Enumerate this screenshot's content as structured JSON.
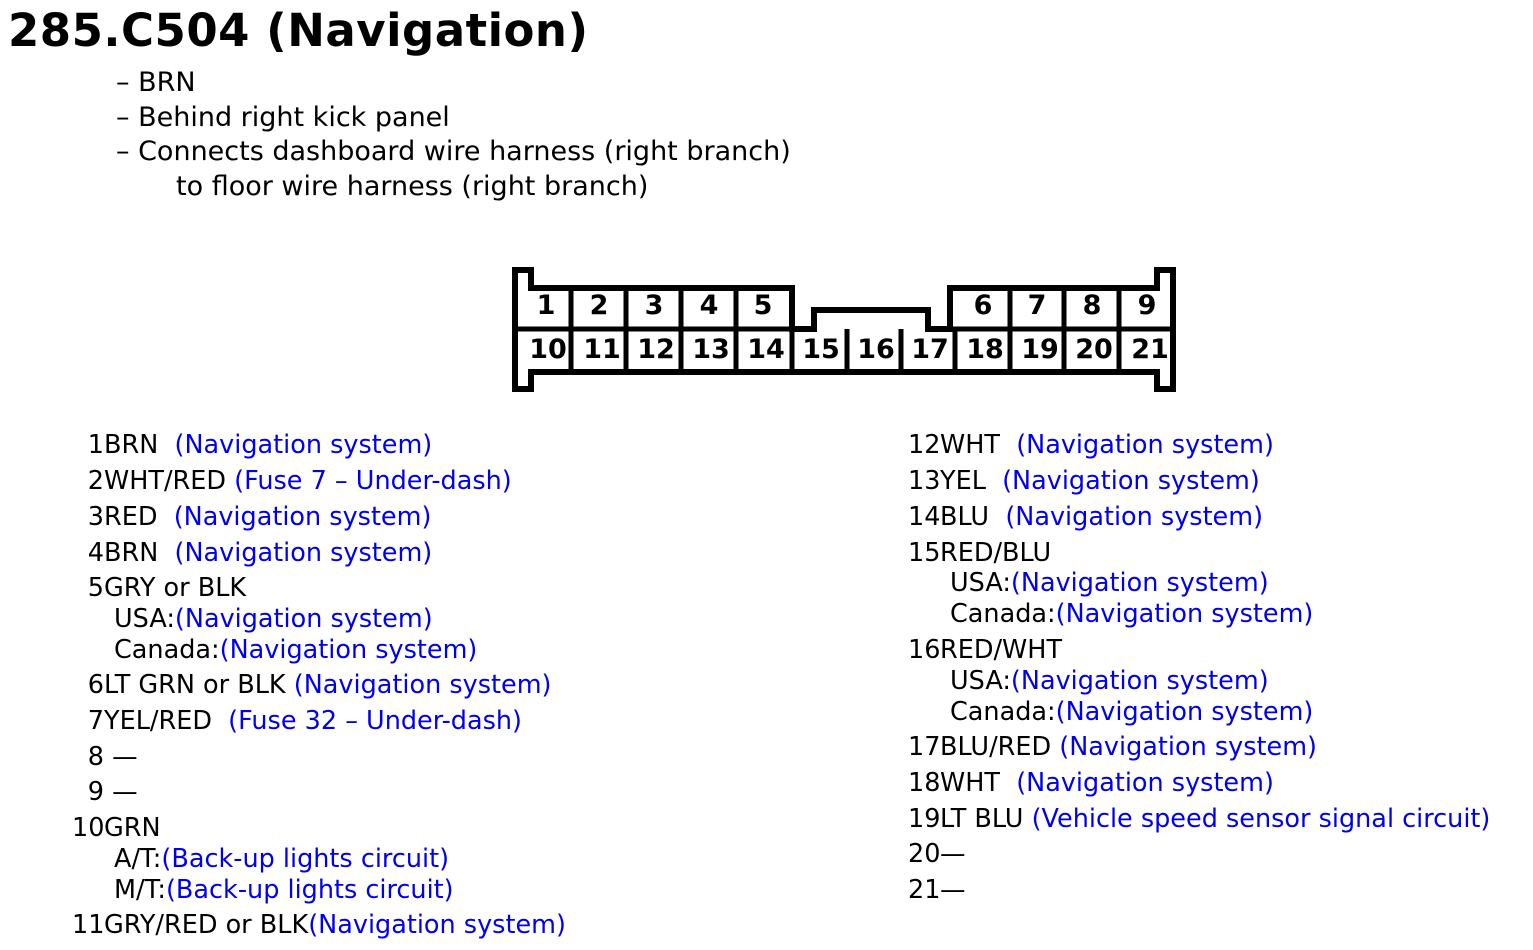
{
  "title": "285.C504 (Navigation)",
  "description": [
    "– BRN",
    "– Behind right kick panel",
    "– Connects dashboard wire harness (right branch)",
    "to floor wire harness (right branch)"
  ],
  "connector": {
    "top_row": [
      "1",
      "2",
      "3",
      "4",
      "5",
      "6",
      "7",
      "8",
      "9"
    ],
    "bottom_row": [
      "10",
      "11",
      "12",
      "13",
      "14",
      "15",
      "16",
      "17",
      "18",
      "19",
      "20",
      "21"
    ]
  },
  "pins_left": [
    {
      "n": "1",
      "text": "BRN  ",
      "link": "(Navigation system)"
    },
    {
      "n": "2",
      "text": "WHT/RED ",
      "link": "(Fuse 7 – Under-dash)"
    },
    {
      "n": "3",
      "text": "RED  ",
      "link": "(Navigation system)"
    },
    {
      "n": "4",
      "text": "BRN  ",
      "link": "(Navigation system)"
    },
    {
      "n": "5",
      "text": "GRY or BLK",
      "link": ""
    },
    {
      "n": "",
      "text": "USA:",
      "link": "(Navigation system)",
      "sub": true
    },
    {
      "n": "",
      "text": "Canada:",
      "link": "(Navigation system)",
      "sub": true
    },
    {
      "n": "6",
      "text": "LT GRN or BLK ",
      "link": "(Navigation system)"
    },
    {
      "n": "7",
      "text": "YEL/RED  ",
      "link": "(Fuse 32 – Under-dash)"
    },
    {
      "n": "8",
      "text": " —",
      "link": ""
    },
    {
      "n": "9",
      "text": " —",
      "link": ""
    },
    {
      "n": "10",
      "text": "GRN",
      "link": ""
    },
    {
      "n": "",
      "text": "A/T:",
      "link": "(Back-up lights circuit)",
      "sub": true
    },
    {
      "n": "",
      "text": "M/T:",
      "link": "(Back-up lights circuit)",
      "sub": true
    },
    {
      "n": "11",
      "text": "GRY/RED or BLK",
      "link": "(Navigation system)"
    }
  ],
  "pins_right": [
    {
      "n": "12",
      "text": "WHT  ",
      "link": "(Navigation system)"
    },
    {
      "n": "13",
      "text": "YEL  ",
      "link": "(Navigation system)"
    },
    {
      "n": "14",
      "text": "BLU  ",
      "link": "(Navigation system)"
    },
    {
      "n": "15",
      "text": "RED/BLU",
      "link": ""
    },
    {
      "n": "",
      "text": "USA:",
      "link": "(Navigation system)",
      "sub": true
    },
    {
      "n": "",
      "text": "Canada:",
      "link": "(Navigation system)",
      "sub": true
    },
    {
      "n": "16",
      "text": "RED/WHT",
      "link": ""
    },
    {
      "n": "",
      "text": "USA:",
      "link": "(Navigation system)",
      "sub": true
    },
    {
      "n": "",
      "text": "Canada:",
      "link": "(Navigation system)",
      "sub": true
    },
    {
      "n": "17",
      "text": "BLU/RED ",
      "link": "(Navigation system)"
    },
    {
      "n": "18",
      "text": "WHT  ",
      "link": "(Navigation system)"
    },
    {
      "n": "19",
      "text": "LT BLU ",
      "link": "(Vehicle speed sensor signal circuit)"
    },
    {
      "n": "20",
      "text": "—",
      "link": ""
    },
    {
      "n": "21",
      "text": "—",
      "link": ""
    }
  ]
}
